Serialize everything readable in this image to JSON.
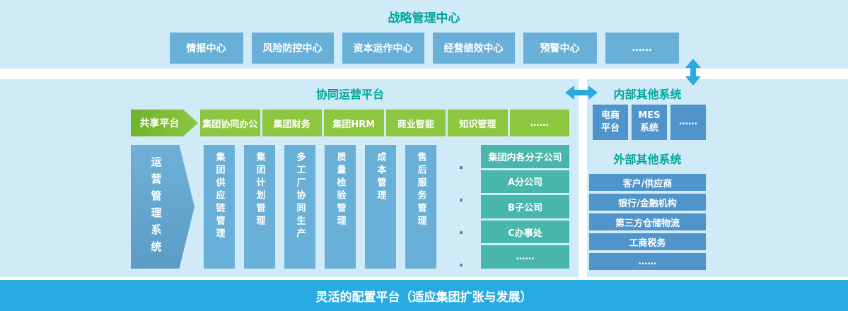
{
  "colors": {
    "band": "#d0eaf7",
    "accent": "#00a79b",
    "blue": "#68b0d7",
    "deepblue": "#4f94ca",
    "green": "#8dc63f",
    "teal": "#49b6ac",
    "cyan": "#29abe2"
  },
  "top": {
    "title": "战略管理中心",
    "buttons": [
      "情报中心",
      "风险防控中心",
      "资本运作中心",
      "经营绩效中心",
      "预警中心",
      "……"
    ]
  },
  "middle_left": {
    "title": "协同运营平台",
    "share_platform": "共享平台",
    "green_buttons": [
      "集团协同办公",
      "集团财务",
      "集团HRM",
      "商业智能",
      "知识管理",
      "……"
    ],
    "ops_system": "运营管理系统",
    "columns": [
      "集团供应链管理",
      "集团计划管理",
      "多工厂协同生产",
      "质量检验管理",
      "成本管理",
      "售后服务管理"
    ],
    "dots": "····",
    "subsidiaries": [
      "集团内各分子公司",
      "A分公司",
      "B子公司",
      "C办事处",
      "……"
    ]
  },
  "middle_right": {
    "internal_title": "内部其他系统",
    "internal_buttons": [
      "电商\n平台",
      "MES\n系统",
      "……"
    ],
    "external_title": "外部其他系统",
    "external_buttons": [
      "客户/供应商",
      "银行/金融机构",
      "第三方仓储物流",
      "工商税务",
      "……"
    ]
  },
  "bottom": {
    "label": "灵活的配置平台（适应集团扩张与发展）"
  }
}
